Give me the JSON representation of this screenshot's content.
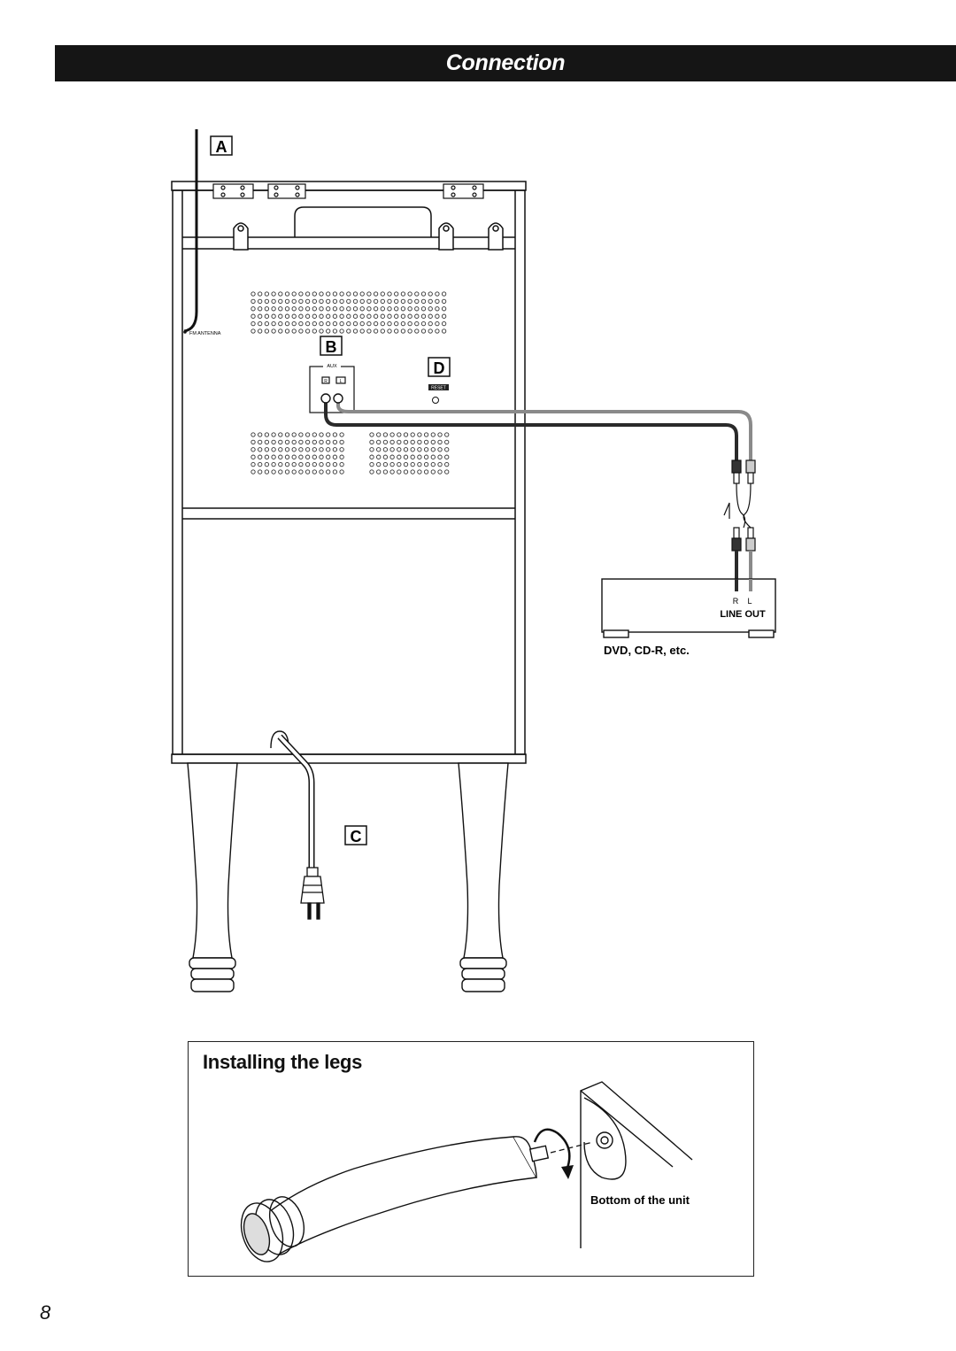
{
  "header": {
    "title": "Connection"
  },
  "callouts": {
    "a": "A",
    "b": "B",
    "c": "C",
    "d": "D"
  },
  "unit_panel": {
    "fm_antenna_label": "FM ANTENNA",
    "aux_label": "AUX",
    "aux_r": "R",
    "aux_l": "L",
    "reset_label": "RESET"
  },
  "source_device": {
    "jack_r": "R",
    "jack_l": "L",
    "line_out_label": "LINE OUT",
    "caption": "DVD, CD-R, etc."
  },
  "installing_legs": {
    "title": "Installing the legs",
    "bottom_label": "Bottom of the unit"
  },
  "footer": {
    "page_number": "8"
  },
  "colors": {
    "header_bg": "#151515",
    "cable_dark": "#2a2a2a",
    "cable_grey": "#8a8a8a"
  }
}
